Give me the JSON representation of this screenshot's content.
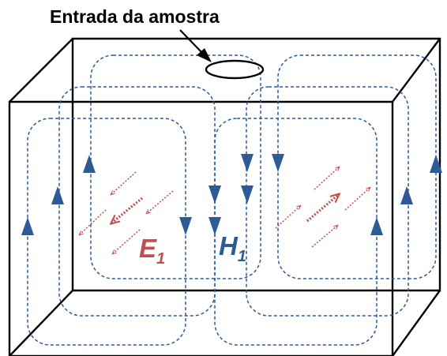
{
  "labels": {
    "entrance": "Entrada da amostra",
    "e_field": {
      "main": "E",
      "sub": "1"
    },
    "h_field": {
      "main": "H",
      "sub": "1"
    }
  },
  "colors": {
    "box_edges": "#000000",
    "magnetic_field_lines": "#2e5a96",
    "electric_field": "#c0504d",
    "background": "#ffffff"
  }
}
